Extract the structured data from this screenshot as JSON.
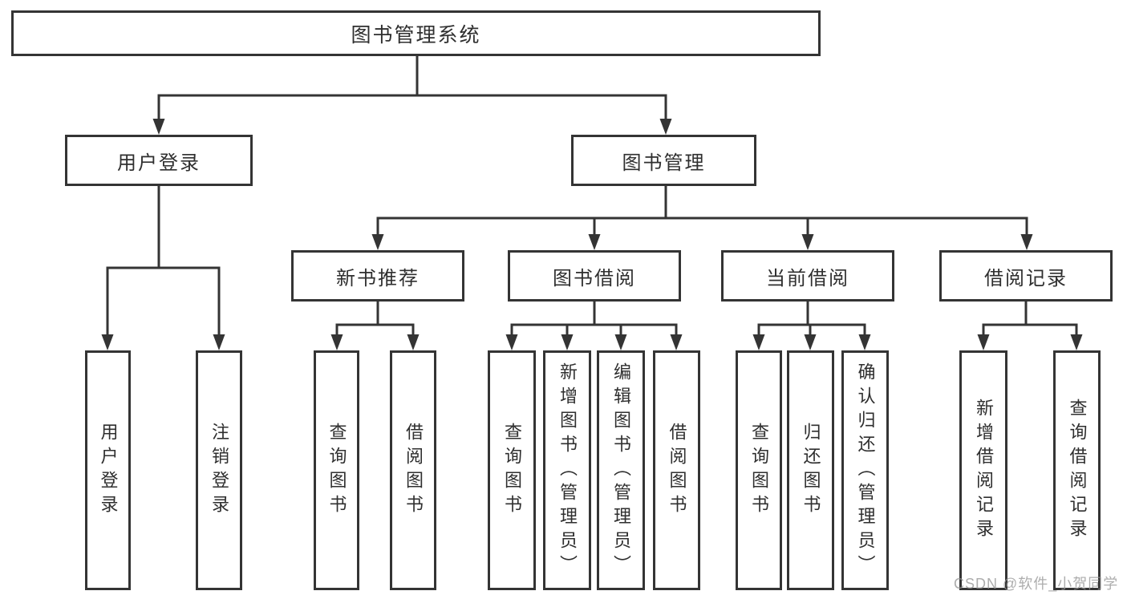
{
  "colors": {
    "line": "#343434",
    "text": "#2f2f2f",
    "background": "#ffffff",
    "watermark": "#969696"
  },
  "diagram": {
    "root": {
      "label": "图书管理系统"
    },
    "branches": [
      {
        "label": "用户登录",
        "children": [
          {
            "label": "用户登录"
          },
          {
            "label": "注销登录"
          }
        ]
      },
      {
        "label": "图书管理",
        "children": [
          {
            "label": "新书推荐",
            "children": [
              {
                "label": "查询图书"
              },
              {
                "label": "借阅图书"
              }
            ]
          },
          {
            "label": "图书借阅",
            "children": [
              {
                "label": "查询图书"
              },
              {
                "label": "新增图书（管理员）"
              },
              {
                "label": "编辑图书（管理员）"
              },
              {
                "label": "借阅图书"
              }
            ]
          },
          {
            "label": "当前借阅",
            "children": [
              {
                "label": "查询图书"
              },
              {
                "label": "归还图书"
              },
              {
                "label": "确认归还（管理员）"
              }
            ]
          },
          {
            "label": "借阅记录",
            "children": [
              {
                "label": "新增借阅记录"
              },
              {
                "label": "查询借阅记录"
              }
            ]
          }
        ]
      }
    ]
  },
  "watermark": {
    "text": "CSDN @软件_小贺同学"
  }
}
